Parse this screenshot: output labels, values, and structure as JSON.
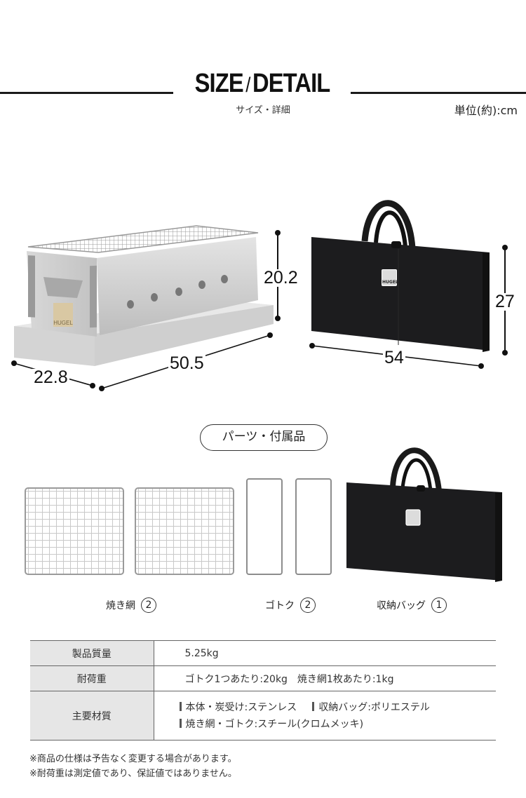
{
  "header": {
    "title_left": "SIZE",
    "title_sep": "/",
    "title_right": "DETAIL",
    "subtitle": "サイズ・詳細",
    "unit": "単位(約):cm"
  },
  "grill_product": {
    "brand": "HUGEL",
    "dimensions": {
      "height": "20.2",
      "width": "50.5",
      "depth": "22.8"
    }
  },
  "bag_product": {
    "brand": "HUGEL",
    "dimensions": {
      "height": "27",
      "width": "54"
    }
  },
  "parts": {
    "heading": "パーツ・付属品",
    "items": [
      {
        "name": "焼き網",
        "qty": "2"
      },
      {
        "name": "ゴトク",
        "qty": "2"
      },
      {
        "name": "収納バッグ",
        "qty": "1"
      }
    ]
  },
  "specs": {
    "rows": [
      {
        "label": "製品質量",
        "value": "5.25kg"
      },
      {
        "label": "耐荷重",
        "value": "ゴトク1つあたり:20kg　焼き網1枚あたり:1kg"
      },
      {
        "label": "主要材質",
        "lines": [
          [
            "本体・炭受け:ステンレス",
            "収納バッグ:ポリエステル"
          ],
          [
            "焼き網・ゴトク:スチール(クロムメッキ)"
          ]
        ]
      }
    ]
  },
  "notes": [
    "※商品の仕様は予告なく変更する場合があります。",
    "※耐荷重は測定値であり、保証値ではありません。"
  ],
  "colors": {
    "text": "#222222",
    "table_label_bg": "#e6e6e6",
    "bag": "#1c1c1e",
    "steel": "#c8c8c8"
  }
}
